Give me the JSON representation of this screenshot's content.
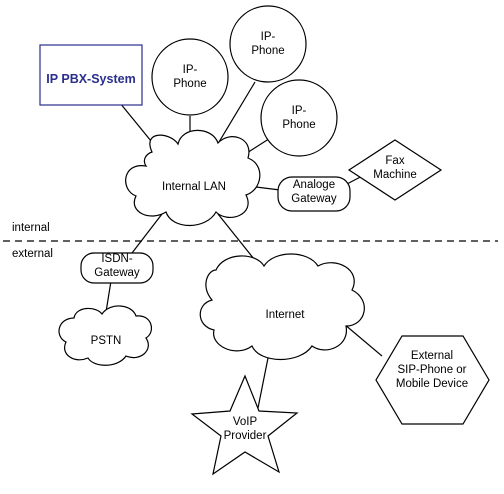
{
  "nodes": {
    "pbx": [
      "IP PBX-System"
    ],
    "phone1": [
      "IP-",
      "Phone"
    ],
    "phone2": [
      "IP-",
      "Phone"
    ],
    "phone3": [
      "IP-",
      "Phone"
    ],
    "lan": [
      "Internal LAN"
    ],
    "fax": [
      "Fax",
      "Machine"
    ],
    "analoge": [
      "Analoge",
      "Gateway"
    ],
    "isdn": [
      "ISDN-",
      "Gateway"
    ],
    "pstn": [
      "PSTN"
    ],
    "internet": [
      "Internet"
    ],
    "external": [
      "External",
      "SIP-Phone or",
      "Mobile Device"
    ],
    "voip": [
      "VoIP",
      "Provider"
    ]
  },
  "zones": {
    "internal": "internal",
    "external": "external"
  },
  "colors": {
    "pbx_text": "#2a2f8c",
    "pbx_border": "#2a2f8c",
    "line": "#000000"
  }
}
